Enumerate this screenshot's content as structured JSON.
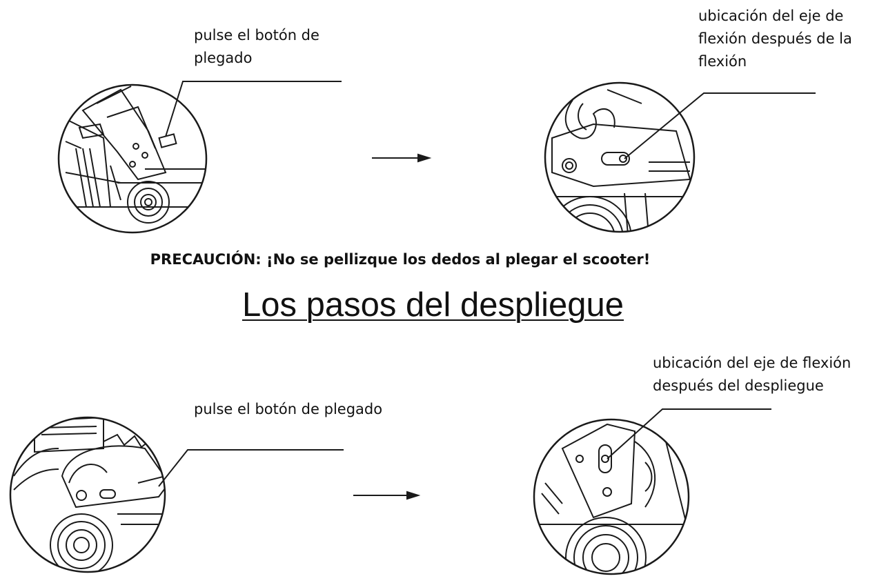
{
  "folding": {
    "step1_label": "pulse el botón de",
    "step1_label_line2": "plegado",
    "step2_label_line1": "ubicación del eje de",
    "step2_label_line2": "flexión después de la",
    "step2_label_line3": "flexión"
  },
  "caution": "PRECAUCIÓN: ¡No se pellizque los dedos al plegar el scooter!",
  "unfolding": {
    "heading": "Los pasos del despliegue",
    "step1_label": "pulse el botón de plegado",
    "step2_label_line1": "ubicación del eje de flexión",
    "step2_label_line2": "después del despliegue"
  },
  "icons": {
    "arrow": "right-arrow-icon"
  }
}
